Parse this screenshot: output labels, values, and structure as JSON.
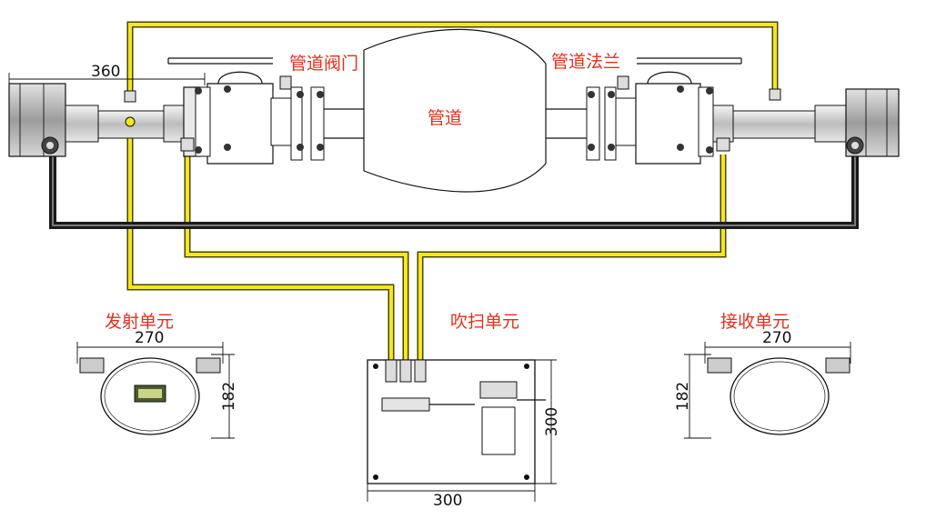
{
  "labels": {
    "valve": "管道阀门",
    "flange": "管道法兰",
    "pipe": "管道",
    "transmitter": "发射单元",
    "purge": "吹扫单元",
    "receiver": "接收单元"
  },
  "dimensions": {
    "probe_length": "360",
    "transmitter_width": "270",
    "transmitter_height": "182",
    "receiver_width": "270",
    "receiver_height": "182",
    "purge_width": "300",
    "purge_height": "300"
  },
  "colors": {
    "air_hose": "#f5e61e",
    "air_hose_outline": "#4a4500",
    "signal_cable": "#1a1a1a",
    "label": "#e0301e"
  }
}
